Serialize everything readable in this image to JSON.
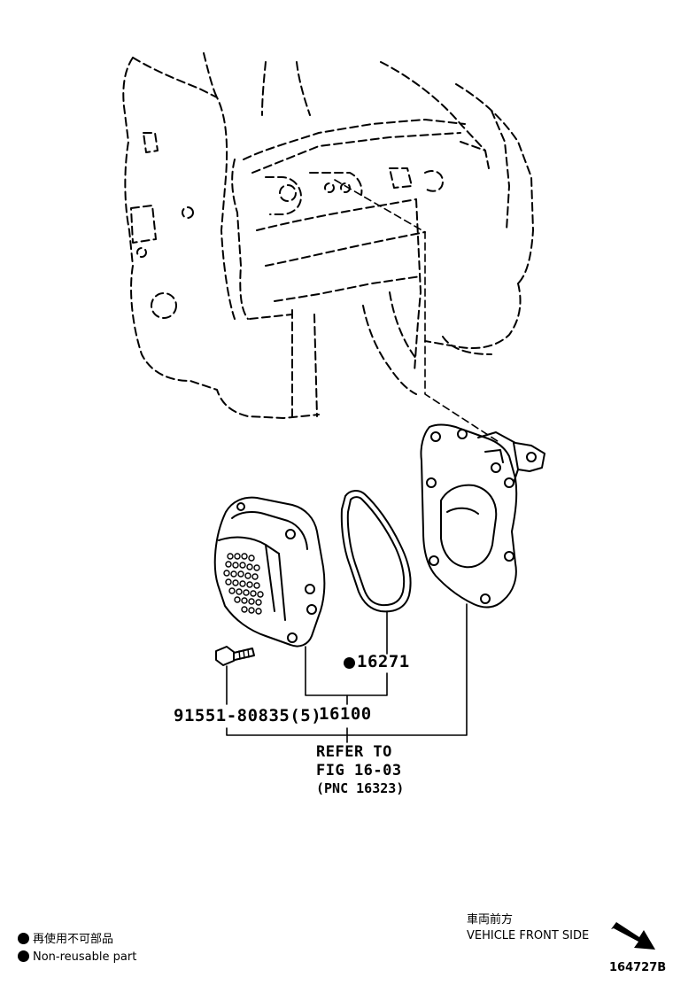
{
  "callouts": {
    "gasket_part": "16271",
    "pump_part": "16100",
    "bolt_part": "91551-80835(5)"
  },
  "refer": {
    "line1": "REFER TO",
    "line2": "FIG 16-03",
    "line3": "(PNC 16323)"
  },
  "legend": {
    "jp": "再使用不可部品",
    "en": "Non-reusable part"
  },
  "front": {
    "jp": "車両前方",
    "en": "VEHICLE FRONT SIDE"
  },
  "figure_number": "164727B"
}
